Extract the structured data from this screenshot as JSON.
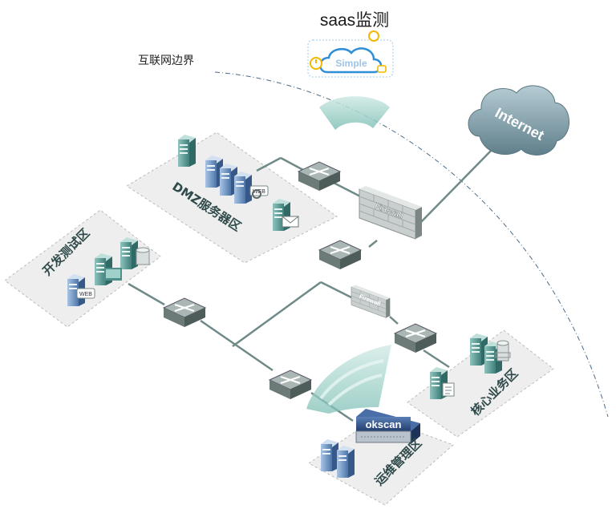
{
  "title": "saas监测",
  "boundary_label": "互联网边界",
  "saas_badge": "Simple",
  "internet_label": "Internet",
  "firewall_label": "Firewall",
  "zones": {
    "dmz": "DMZ服务器区",
    "dev": "开发测试区",
    "core": "核心业务区",
    "ops": "运维管理区"
  },
  "web_tag": "WEB",
  "okscan_label": "okscan",
  "colors": {
    "link": "#6f8a88",
    "switch": "#6a7876",
    "server": "#4f8f8a",
    "cloud": "#7f9ea8",
    "zone_fill": "#eeeeee",
    "accent_blue": "#2e8ed6",
    "accent_yellow": "#f5b800"
  }
}
